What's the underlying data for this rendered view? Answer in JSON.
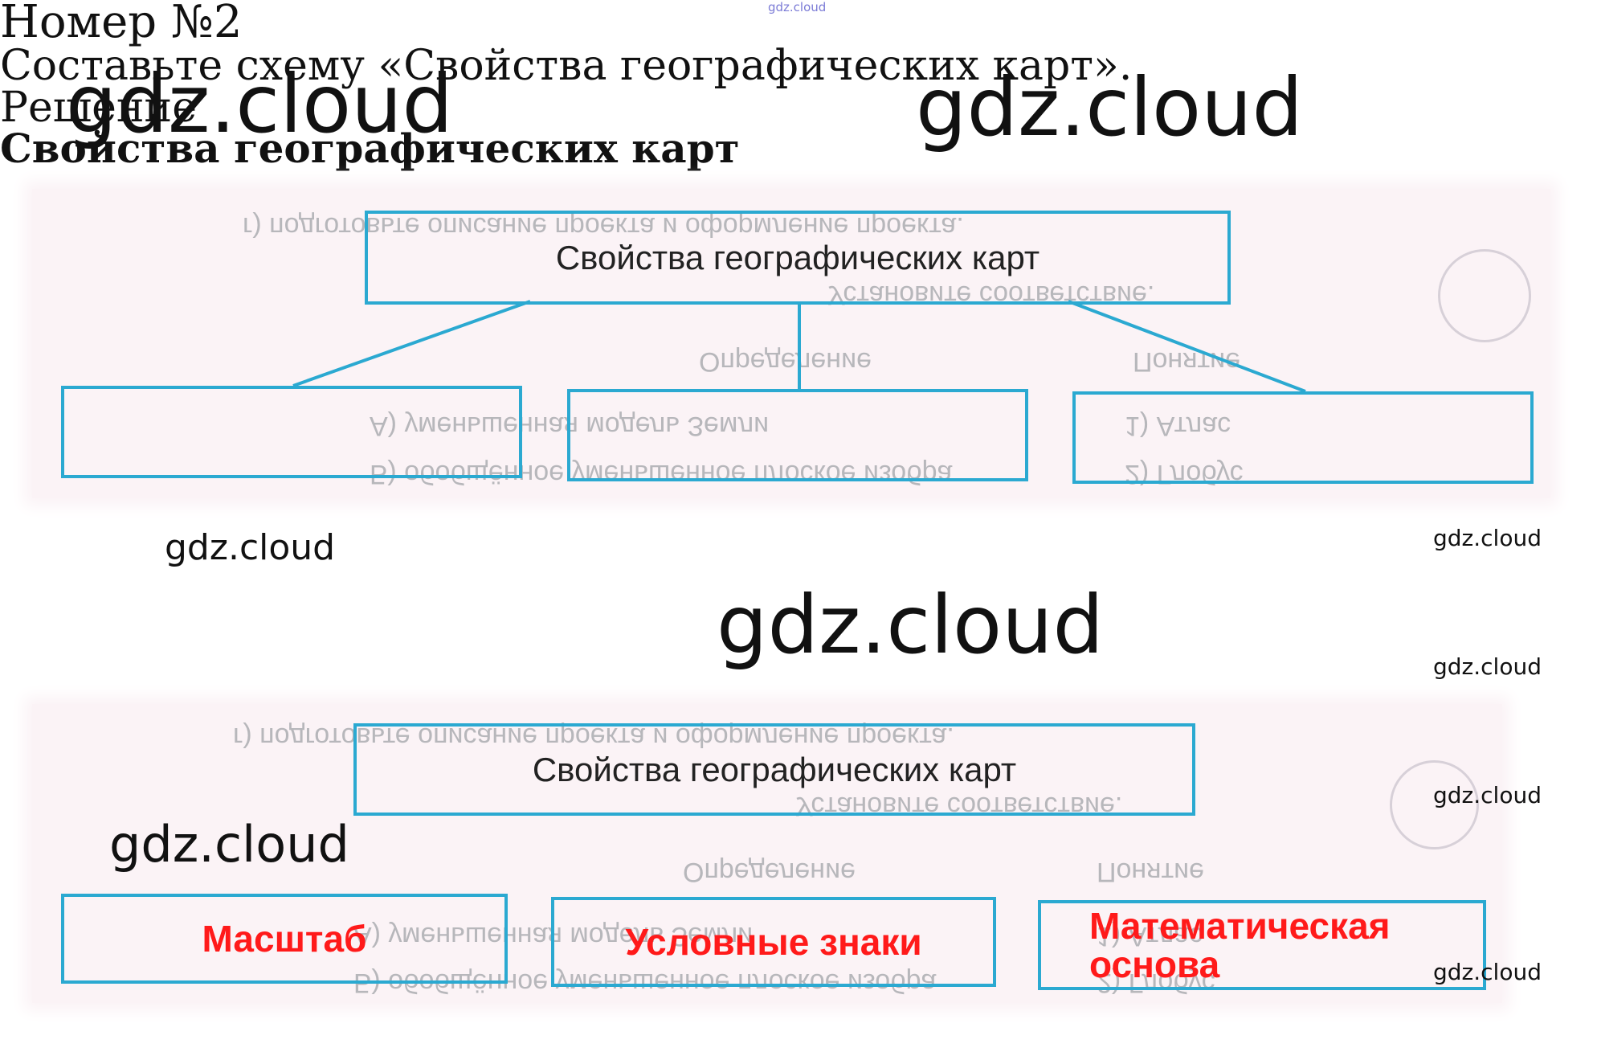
{
  "header": {
    "number_title": "Номер №2",
    "task_text": "Составьте схему «Свойства географических карт»."
  },
  "watermarks": {
    "text": "gdz.cloud"
  },
  "task_scheme": {
    "top_label": "Свойства географических карт",
    "boxes": [
      "",
      "",
      ""
    ]
  },
  "solution": {
    "heading": "Решение",
    "subheading": "Свойства географических карт",
    "top_label": "Свойства географических карт",
    "answers": [
      "Масштаб",
      "Условные знаки",
      "Математическая основа"
    ]
  },
  "colors": {
    "box_border": "#2ba9d1",
    "answer_text": "#ff1a1a",
    "panel_bg": "#fbf3f6"
  }
}
